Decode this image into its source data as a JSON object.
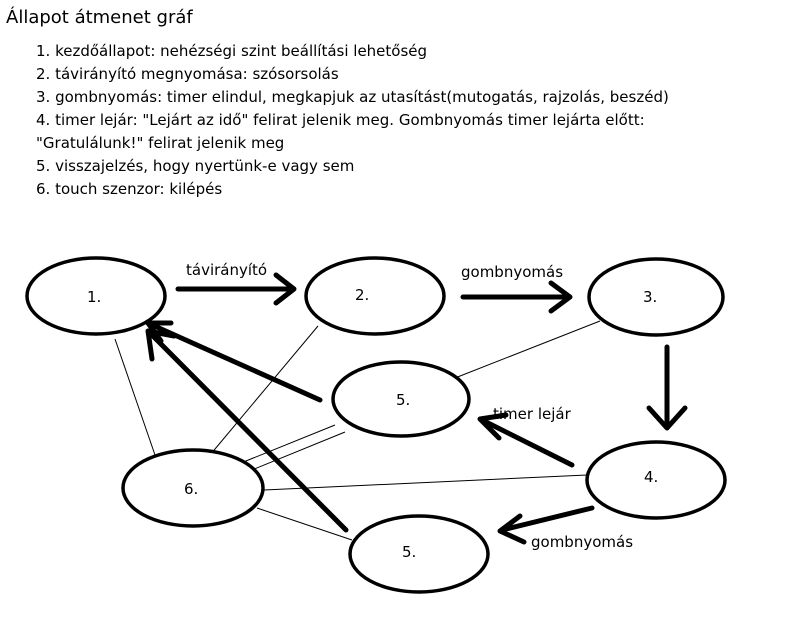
{
  "title": "Állapot átmenet gráf",
  "items": [
    "1. kezdőállapot: nehézségi szint beállítási lehetőség",
    "2. távirányító megnyomása: szósorsolás",
    "3. gombnyomás: timer elindul, megkapjuk az utasítást(mutogatás, rajzolás, beszéd)",
    "4. timer lejár: \"Lejárt az idő\" felirat jelenik meg. Gombnyomás timer lejárta előtt:",
    "\"Gratulálunk!\" felirat jelenik meg",
    "5. visszajelzés, hogy nyertünk-e vagy sem",
    "6. touch szenzor: kilépés"
  ],
  "nodes": {
    "n1": "1.",
    "n2": "2.",
    "n3": "3.",
    "n4": "4.",
    "n5a": "5.",
    "n5b": "5.",
    "n6": "6."
  },
  "edges": {
    "e12": "távirányító",
    "e23": "gombnyomás",
    "e45a": "timer lejár",
    "e45b": "gombnyomás"
  }
}
